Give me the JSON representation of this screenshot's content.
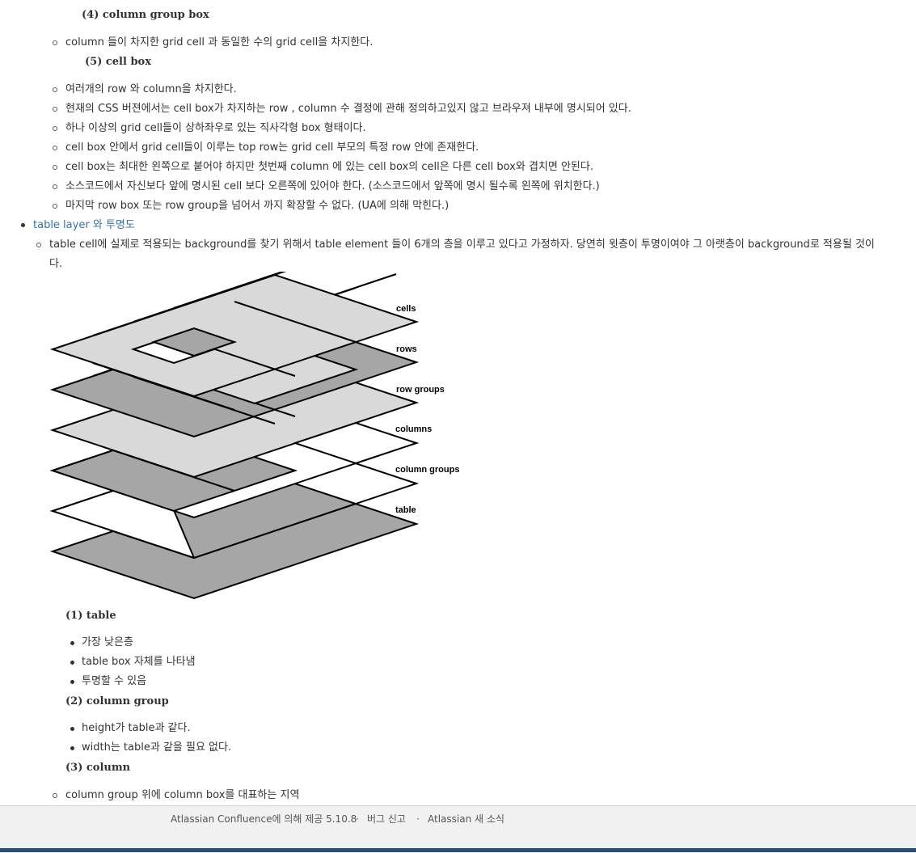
{
  "sections": {
    "column_group_box_heading": "(4) column group box",
    "column_group_box_items": [
      "column 들이 차지한 grid cell 과 동일한 수의 grid cell을 차지한다."
    ],
    "cell_box_heading": "(5) cell box",
    "cell_box_items": [
      "여러개의 row 와 column을 차지한다.",
      "현재의 CSS 버젼에서는 cell box가 차지하는 row , column 수 결정에 관해 정의하고있지 않고 브라우져 내부에 명시되어 있다.",
      "하나 이상의 grid cell들이 상하좌우로 있는 직사각형 box 형태이다.",
      "cell box 안에서 grid cell들이 이루는 top row는 grid cell 부모의 특정 row 안에 존재한다.",
      "cell box는 최대한 왼쪽으로 붙어야 하지만 첫번째 column 에 있는 cell box의 cell은 다른 cell box와 겹치면 안된다.",
      "소스코드에서 자신보다 앞에 명시된 cell 보다 오른쪽에 있어야 한다. (소스코드에서 앞쪽에 명시 될수록 왼쪽에 위치한다.)",
      "마지막 row box 또는 row group을 넘어서 까지 확장할 수 없다. (UA에 의해 막힌다.)"
    ]
  },
  "table_layer": {
    "link_text": "table layer 와 투명도",
    "description_line1": "table cell에 실제로 적용되는 background를 찾기 위해서 table element 들이 6개의 층을 이루고 있다고 가정하자. 당연히 윗층이 투명이여야 그 아랫층이 background로 적용될 것이",
    "description_line2": "다."
  },
  "diagram": {
    "labels": {
      "cells": "cells",
      "rows": "rows",
      "row_groups": "row groups",
      "columns": "columns",
      "column_groups": "column groups",
      "table": "table"
    },
    "colors": {
      "light": "#d9d9d9",
      "dark": "#a6a6a6",
      "white": "#ffffff",
      "stroke": "#000000"
    }
  },
  "layers": {
    "table_heading": "(1) table",
    "table_items": [
      "가장 낮은층",
      "table box 자체를 나타냄",
      "투명할 수 있음"
    ],
    "column_group_heading": "(2) column group",
    "column_group_items": [
      "height가 table과 같다.",
      "width는 table과 같을 필요 없다."
    ],
    "column_heading": "(3) column",
    "column_items": [
      "column group 위에 column box를 대표하는 지역"
    ]
  },
  "footer": {
    "powered_by": "Atlassian Confluence에 의해 제공 5.10.8",
    "separator": "·",
    "report_bug": "버그 신고",
    "news": "Atlassian 새 소식"
  },
  "colors": {
    "link": "#3572b0",
    "text": "#333333",
    "footer_bg": "#f1f1f1"
  }
}
